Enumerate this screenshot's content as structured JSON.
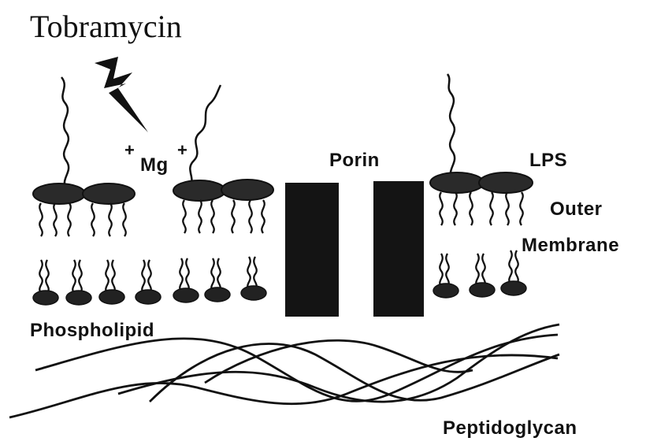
{
  "labels": {
    "drug": "Tobramycin",
    "ion": "Mg",
    "ion_charge": "+",
    "porin": "Porin",
    "lps": "LPS",
    "outer": "Outer",
    "membrane": "Membrane",
    "phospholipid": "Phospholipid",
    "peptidoglycan": "Peptidoglycan"
  },
  "colors": {
    "ink": "#111111",
    "head_fill": "#2a2a2a",
    "porin_fill": "#141414"
  }
}
